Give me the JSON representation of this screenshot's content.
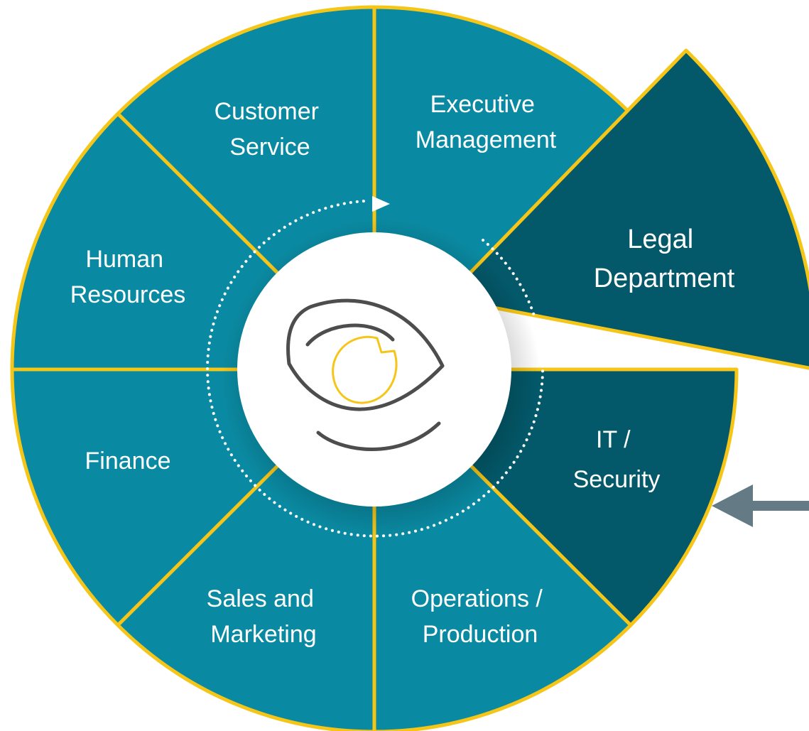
{
  "segments": {
    "customer_service": {
      "line1": "Customer",
      "line2": "Service"
    },
    "executive_management": {
      "line1": "Executive",
      "line2": "Management"
    },
    "legal_department": {
      "line1": "Legal",
      "line2": "Department"
    },
    "it_security": {
      "line1": "IT /",
      "line2": "Security"
    },
    "operations_production": {
      "line1": "Operations /",
      "line2": "Production"
    },
    "sales_marketing": {
      "line1": "Sales and",
      "line2": "Marketing"
    },
    "finance": {
      "line1": "Finance"
    },
    "human_resources": {
      "line1": "Human",
      "line2": "Resources"
    }
  },
  "highlighted_segments": [
    "legal_department",
    "it_security"
  ],
  "center_icon": "eye-icon",
  "pointer_icon": "arrow-left-icon",
  "colors": {
    "segment": "#0a8aa2",
    "highlight": "#03596a",
    "border": "#f5c518",
    "center": "#ffffff",
    "dots": "#ffffff",
    "arrow": "#647b86",
    "eye_outline": "#4d4d4d",
    "eye_pupil": "#f5c518"
  }
}
